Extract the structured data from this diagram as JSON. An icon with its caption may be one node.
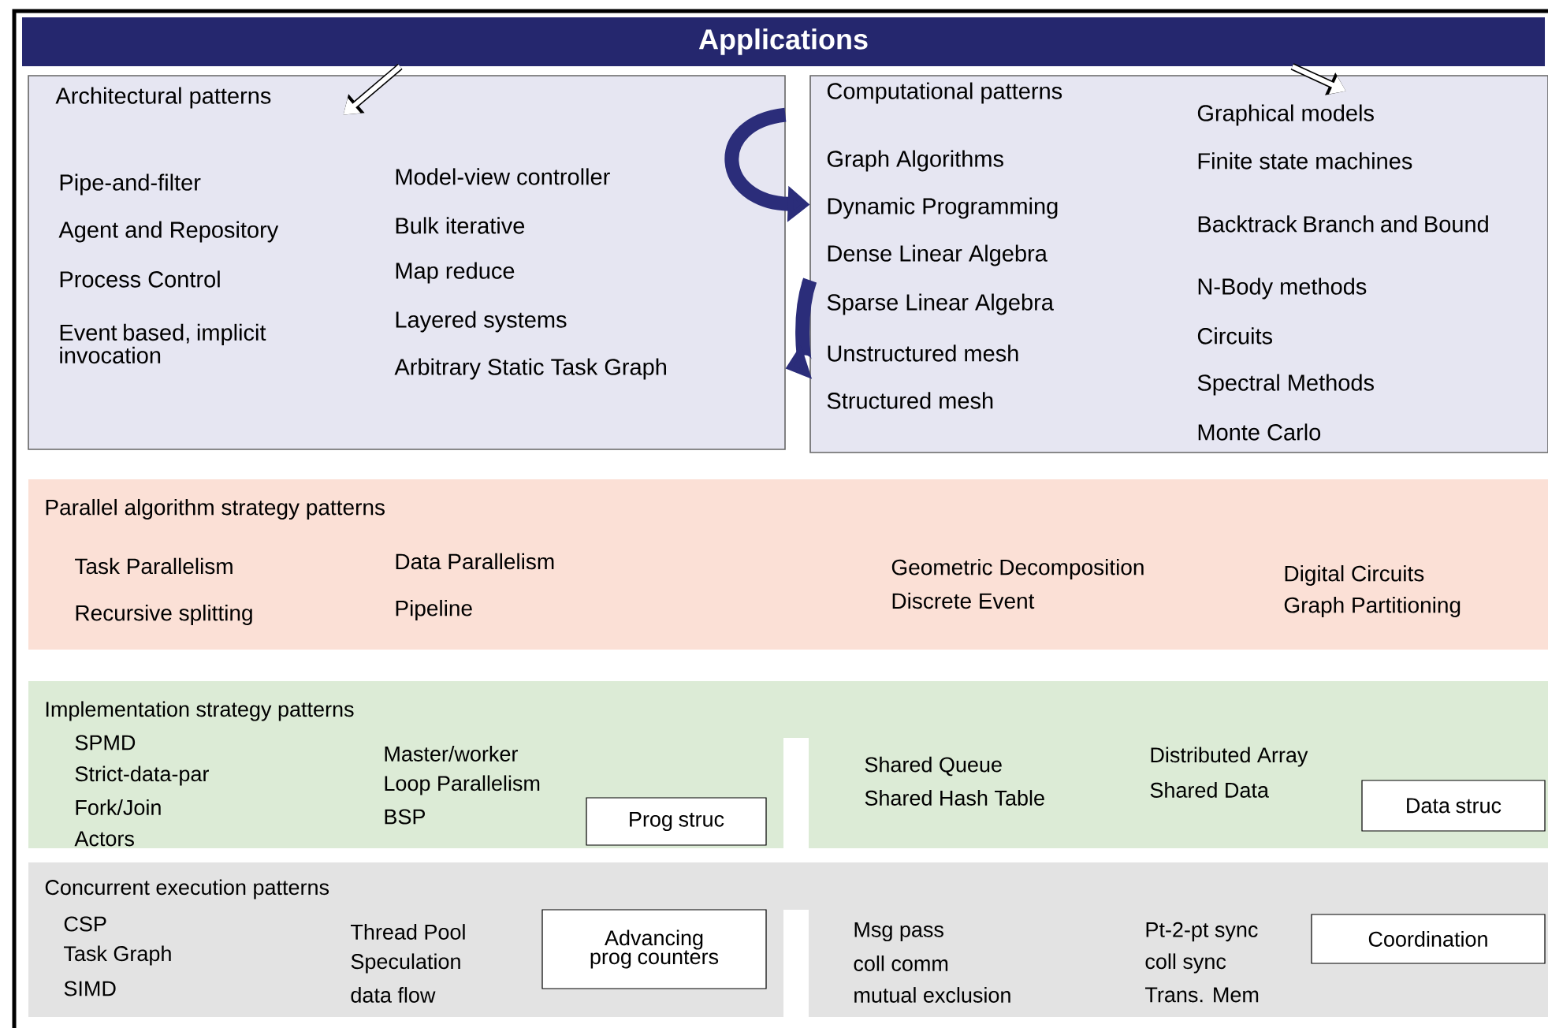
{
  "diagram": {
    "nodes": [
      {
        "text": [
          "Applications"
        ]
      },
      {
        "text": [
          "Architectural patterns",
          "Pipe-and-filter",
          "Agent and Repository",
          "Process Control",
          "Event based, implicit invocation",
          "Model-view controller",
          "Bulk iterative",
          "Map reduce",
          "Layered systems",
          "Arbitrary Static Task Graph"
        ]
      },
      {
        "text": [
          "Computational patterns",
          "Graph Algorithms",
          "Dynamic Programming",
          "Dense Linear Algebra",
          "Sparse Linear Algebra",
          "Unstructured mesh",
          "Structured mesh",
          "Graphical models",
          "Finite state machines",
          "Backtrack Branch and Bound",
          "N-Body methods",
          "Circuits",
          "Spectral Methods",
          "Monte Carlo"
        ]
      },
      {
        "text": [
          "Parallel algorithm strategy patterns",
          "Task Parallelism",
          "Recursive splitting",
          "Data Parallelism",
          "Pipeline",
          "Geometric Decomposition",
          "Discrete Event",
          "Digital Circuits",
          "Graph Partitioning"
        ]
      },
      {
        "text": [
          "Implementation strategy patterns",
          "SPMD",
          "Strict-data-par",
          "Fork/Join",
          "Actors",
          "Master/worker",
          "Loop Parallelism",
          "BSP",
          "Shared Queue",
          "Shared Hash Table",
          "Distributed Array",
          "Shared Data"
        ]
      },
      {
        "text": [
          "Prog struc"
        ],
        "in": 4
      },
      {
        "text": [
          "Data struc"
        ],
        "in": 4
      },
      {
        "text": [
          "Concurrent execution patterns",
          "CSP",
          "Task Graph",
          "SIMD",
          "Thread Pool",
          "Speculation",
          "data flow",
          "Msg pass",
          "coll comm",
          "mutual exclusion",
          "Pt-2-pt sync",
          "coll sync",
          "Trans. Mem"
        ]
      },
      {
        "text": [
          "Advancing prog counters"
        ],
        "in": 7
      },
      {
        "text": [
          "Coordination"
        ],
        "in": 7
      }
    ],
    "edges": [
      {
        "from": 0,
        "to": 1,
        "arrow": "to",
        "color": "#ffffff"
      },
      {
        "from": 0,
        "to": 2,
        "arrow": "to",
        "color": "#ffffff"
      },
      {
        "from": 1,
        "to": 2,
        "arrow": "to",
        "style": "thick",
        "color": "#2b2d7a"
      },
      {
        "from": 2,
        "to": 1,
        "arrow": "to",
        "style": "thick",
        "color": "#2b2d7a"
      }
    ]
  }
}
